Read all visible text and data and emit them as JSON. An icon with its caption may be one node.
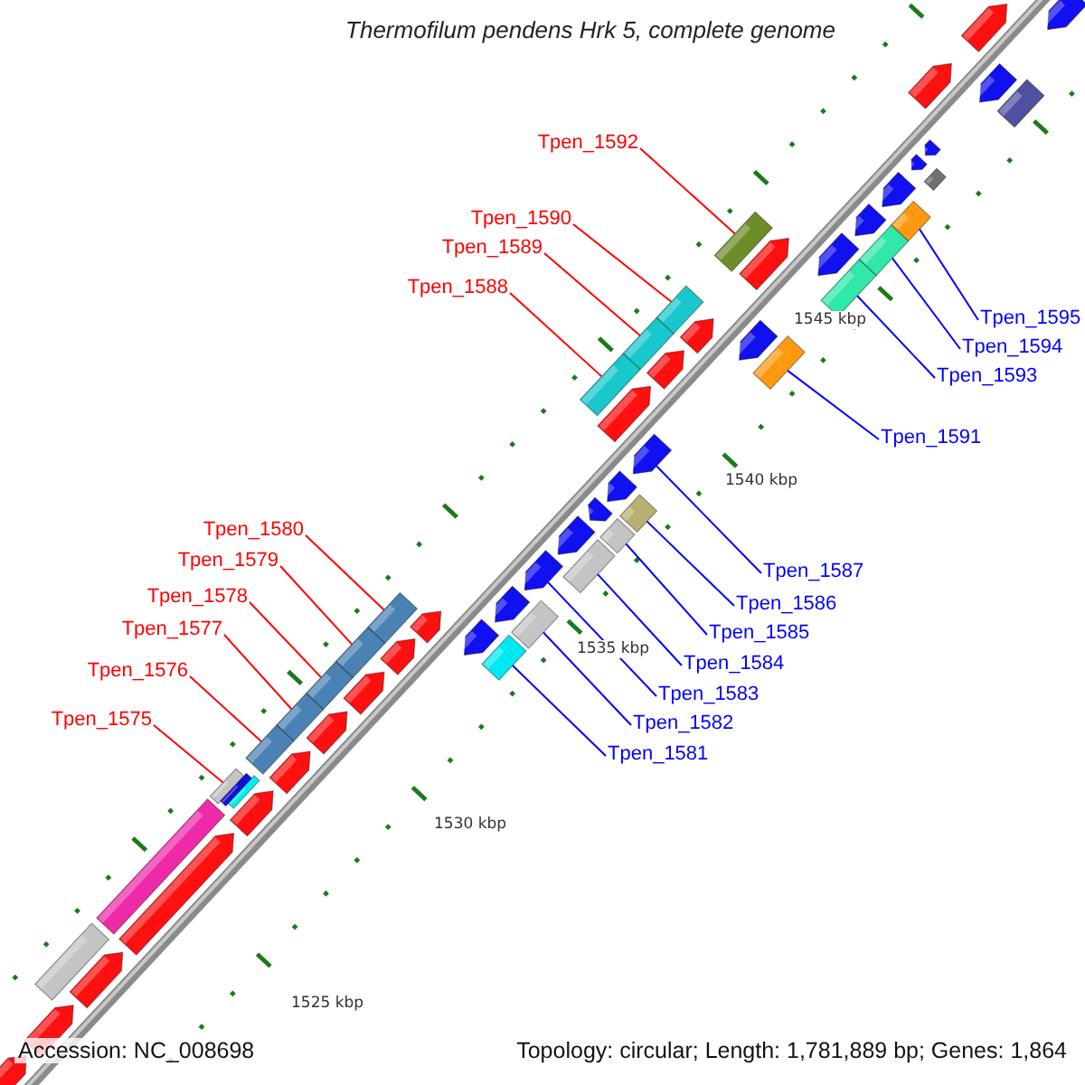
{
  "diagram": {
    "title": "Thermofilum pendens Hrk 5, complete genome",
    "nodes": [
      {
        "text": [
          "Tpen_1592"
        ]
      },
      {
        "text": [
          "Tpen_1590"
        ]
      },
      {
        "text": [
          "Tpen_1589"
        ]
      },
      {
        "text": [
          "Tpen_1588"
        ]
      },
      {
        "text": [
          "Tpen_1595"
        ]
      },
      {
        "text": [
          "Tpen_1594"
        ]
      },
      {
        "text": [
          "Tpen_1593"
        ]
      },
      {
        "text": [
          "Tpen_1591"
        ]
      },
      {
        "text": [
          "Tpen_1580"
        ]
      },
      {
        "text": [
          "Tpen_1579"
        ]
      },
      {
        "text": [
          "Tpen_1587"
        ]
      },
      {
        "text": [
          "Tpen_1578"
        ]
      },
      {
        "text": [
          "Tpen_1586"
        ]
      },
      {
        "text": [
          "Tpen_1577"
        ]
      },
      {
        "text": [
          "Tpen_1585"
        ]
      },
      {
        "text": [
          "Tpen_1584"
        ]
      },
      {
        "text": [
          "Tpen_1576"
        ]
      },
      {
        "text": [
          "Tpen_1583"
        ]
      },
      {
        "text": [
          "Tpen_1575"
        ]
      },
      {
        "text": [
          "Tpen_1582"
        ]
      },
      {
        "text": [
          "Tpen_1581"
        ]
      },
      {
        "text": [],
        "shape": "bar"
      },
      {
        "text": [],
        "shape": "bar"
      },
      {
        "text": [],
        "shape": "bar"
      },
      {
        "text": [],
        "shape": "bar"
      },
      {
        "text": [],
        "shape": "bar"
      },
      {
        "text": [],
        "shape": "bar"
      },
      {
        "text": [],
        "shape": "bar"
      },
      {
        "text": [],
        "shape": "bar"
      },
      {
        "text": [],
        "shape": "bar"
      },
      {
        "text": [],
        "shape": "bar"
      },
      {
        "text": [],
        "shape": "bar"
      },
      {
        "text": [],
        "shape": "bar"
      },
      {
        "text": [],
        "shape": "bar"
      },
      {
        "text": [],
        "shape": "bar"
      },
      {
        "text": [],
        "shape": "bar"
      },
      {
        "text": [],
        "shape": "bar"
      },
      {
        "text": [],
        "shape": "bar"
      },
      {
        "text": [],
        "shape": "bar"
      },
      {
        "text": [],
        "shape": "bar"
      },
      {
        "text": [],
        "shape": "bar"
      },
      {
        "text": [],
        "shape": "bar"
      },
      {
        "text": [],
        "shape": "bar"
      },
      {
        "text": [],
        "shape": "bar"
      },
      {
        "text": [],
        "shape": "bar"
      },
      {
        "text": [],
        "shape": "bar"
      },
      {
        "text": [],
        "shape": "bar"
      },
      {
        "text": [],
        "shape": "bar"
      },
      {
        "text": [],
        "shape": "bar"
      },
      {
        "text": [],
        "shape": "bar"
      },
      {
        "text": [],
        "shape": "bar"
      },
      {
        "text": [],
        "shape": "bar"
      },
      {
        "text": [],
        "shape": "bar"
      },
      {
        "text": [],
        "shape": "bar"
      },
      {
        "text": [],
        "shape": "bar"
      },
      {
        "text": [],
        "shape": "bar"
      },
      {
        "text": [],
        "shape": "bar"
      },
      {
        "text": [],
        "shape": "bar"
      },
      {
        "text": [],
        "shape": "bar"
      },
      {
        "text": [],
        "shape": "bar"
      },
      {
        "text": [],
        "shape": "bar"
      },
      {
        "text": [],
        "shape": "bar"
      },
      {
        "text": [],
        "shape": "bar"
      },
      {
        "text": [],
        "shape": "bar"
      },
      {
        "text": [],
        "shape": "bar"
      },
      {
        "text": [],
        "shape": "bar"
      },
      {
        "text": [],
        "shape": "bar"
      },
      {
        "text": [],
        "shape": "bar"
      },
      {
        "text": [],
        "shape": "bar"
      },
      {
        "text": [],
        "shape": "bar"
      },
      {
        "text": [],
        "shape": "bar"
      },
      {
        "text": [],
        "shape": "bar"
      },
      {
        "text": [],
        "shape": "bar"
      },
      {
        "text": [],
        "shape": "bar"
      },
      {
        "text": [],
        "shape": "bar"
      },
      {
        "text": [],
        "shape": "bar"
      },
      {
        "text": [],
        "shape": "bar"
      }
    ],
    "edges": [
      {
        "from": 0,
        "to": 21,
        "arrow": "none",
        "color": "#ff0000"
      },
      {
        "from": 1,
        "to": 22,
        "arrow": "none",
        "color": "#ff0000"
      },
      {
        "from": 2,
        "to": 23,
        "arrow": "none",
        "color": "#ff0000"
      },
      {
        "from": 3,
        "to": 24,
        "arrow": "none",
        "color": "#ff0000"
      },
      {
        "from": 4,
        "to": 25,
        "arrow": "none",
        "color": "#0000ff"
      },
      {
        "from": 5,
        "to": 26,
        "arrow": "none",
        "color": "#0000ff"
      },
      {
        "from": 6,
        "to": 27,
        "arrow": "none",
        "color": "#0000ff"
      },
      {
        "from": 7,
        "to": 28,
        "arrow": "none",
        "color": "#0000ff"
      },
      {
        "from": 8,
        "to": 29,
        "arrow": "none",
        "color": "#ff0000"
      },
      {
        "from": 9,
        "to": 30,
        "arrow": "none",
        "color": "#ff0000"
      },
      {
        "from": 10,
        "to": 31,
        "arrow": "none",
        "color": "#0000ff"
      },
      {
        "from": 11,
        "to": 32,
        "arrow": "none",
        "color": "#ff0000"
      },
      {
        "from": 12,
        "to": 33,
        "arrow": "none",
        "color": "#0000ff"
      },
      {
        "from": 13,
        "to": 34,
        "arrow": "none",
        "color": "#ff0000"
      },
      {
        "from": 14,
        "to": 35,
        "arrow": "none",
        "color": "#0000ff"
      },
      {
        "from": 15,
        "to": 36,
        "arrow": "none",
        "color": "#0000ff"
      },
      {
        "from": 16,
        "to": 37,
        "arrow": "none",
        "color": "#ff0000"
      },
      {
        "from": 17,
        "to": 38,
        "arrow": "none",
        "color": "#0000ff"
      },
      {
        "from": 18,
        "to": 39,
        "arrow": "none",
        "color": "#ff0000"
      },
      {
        "from": 19,
        "to": 40,
        "arrow": "none",
        "color": "#0000ff"
      },
      {
        "from": 20,
        "to": 41,
        "arrow": "none",
        "color": "#0000ff"
      }
    ],
    "labels": [
      "1545 kbp",
      "1540 kbp",
      "1535 kbp",
      "1530 kbp",
      "1525 kbp",
      "Accession: NC_008698",
      "Topology: circular; Length: 1,781,889 bp; Genes: 1,864"
    ]
  }
}
